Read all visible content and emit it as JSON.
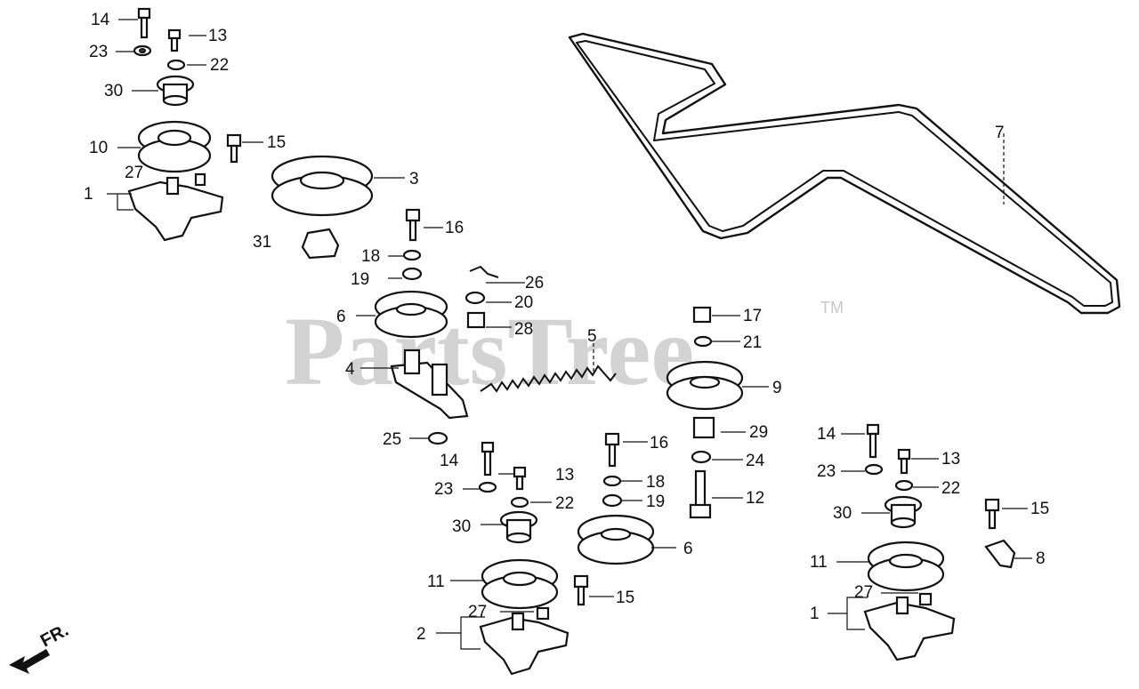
{
  "watermark": {
    "text": "PartsTree",
    "trademark": "TM"
  },
  "direction_label": "FR.",
  "callouts": {
    "c14a": "14",
    "c13a": "13",
    "c23a": "23",
    "c22a": "22",
    "c30a": "30",
    "c10": "10",
    "c15a": "15",
    "c27a": "27",
    "c1a": "1",
    "c3": "3",
    "c31": "31",
    "c16a": "16",
    "c18a": "18",
    "c19a": "19",
    "c26": "26",
    "c6a": "6",
    "c20": "20",
    "c28": "28",
    "c4": "4",
    "c5": "5",
    "c25": "25",
    "c7": "7",
    "c17": "17",
    "c21": "21",
    "c9": "9",
    "c29": "29",
    "c24": "24",
    "c12": "12",
    "c14b": "14",
    "c13b": "13",
    "c23b": "23",
    "c22b": "22",
    "c30b": "30",
    "c16b": "16",
    "c18b": "18",
    "c19b": "19",
    "c6b": "6",
    "c11a": "11",
    "c15b": "15",
    "c27b": "27",
    "c2": "2",
    "c14c": "14",
    "c13c": "13",
    "c23c": "23",
    "c22c": "22",
    "c30c": "30",
    "c15c": "15",
    "c8": "8",
    "c11b": "11",
    "c27c": "27",
    "c1b": "1"
  }
}
